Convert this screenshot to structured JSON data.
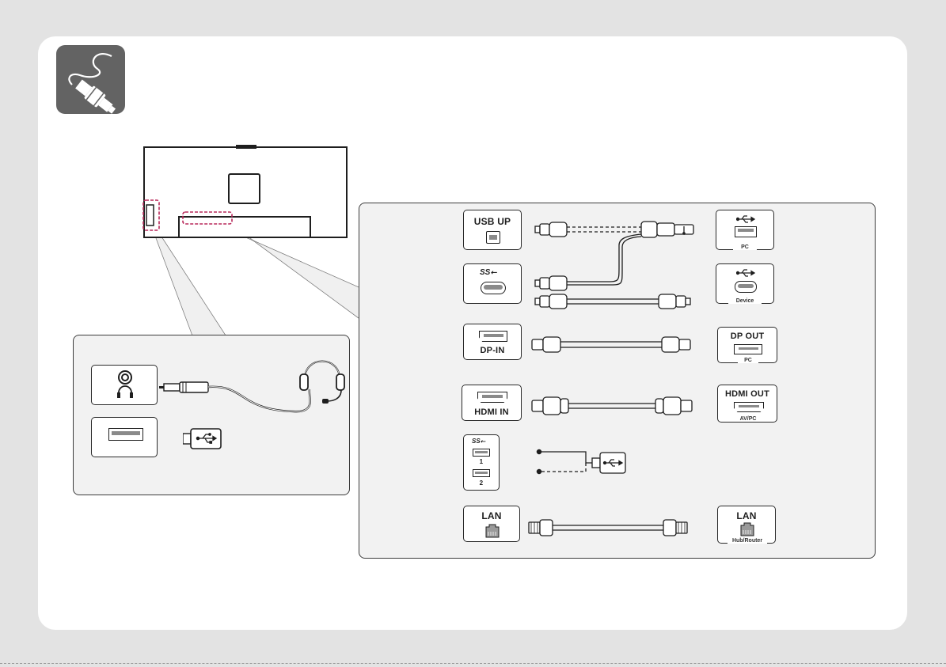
{
  "ports": {
    "usb_up": "USB UP",
    "dp_in": "DP-IN",
    "hdmi_in": "HDMI IN",
    "usb_hub_num1": "1",
    "usb_hub_num2": "2",
    "lan": "LAN"
  },
  "devices": {
    "pc_usb_sub": "PC",
    "device_usbc_sub": "Device",
    "dp_out": "DP OUT",
    "dp_out_sub": "PC",
    "hdmi_out": "HDMI OUT",
    "hdmi_out_sub": "AV/PC",
    "lan": "LAN",
    "lan_sub": "Hub/Router"
  },
  "icons": {
    "logo": "cable-connector-icon",
    "usb": "usb-symbol-icon",
    "superspeed": "superspeed-usb-icon",
    "headphone": "headphone-icon",
    "headset": "headset-icon",
    "ethernet": "ethernet-port-icon"
  },
  "colors": {
    "background": "#e3e3e3",
    "card": "#ffffff",
    "panel": "#f2f2f2",
    "logo_bg": "#636363",
    "highlight": "#b8285a",
    "line": "#2a2a2a"
  }
}
